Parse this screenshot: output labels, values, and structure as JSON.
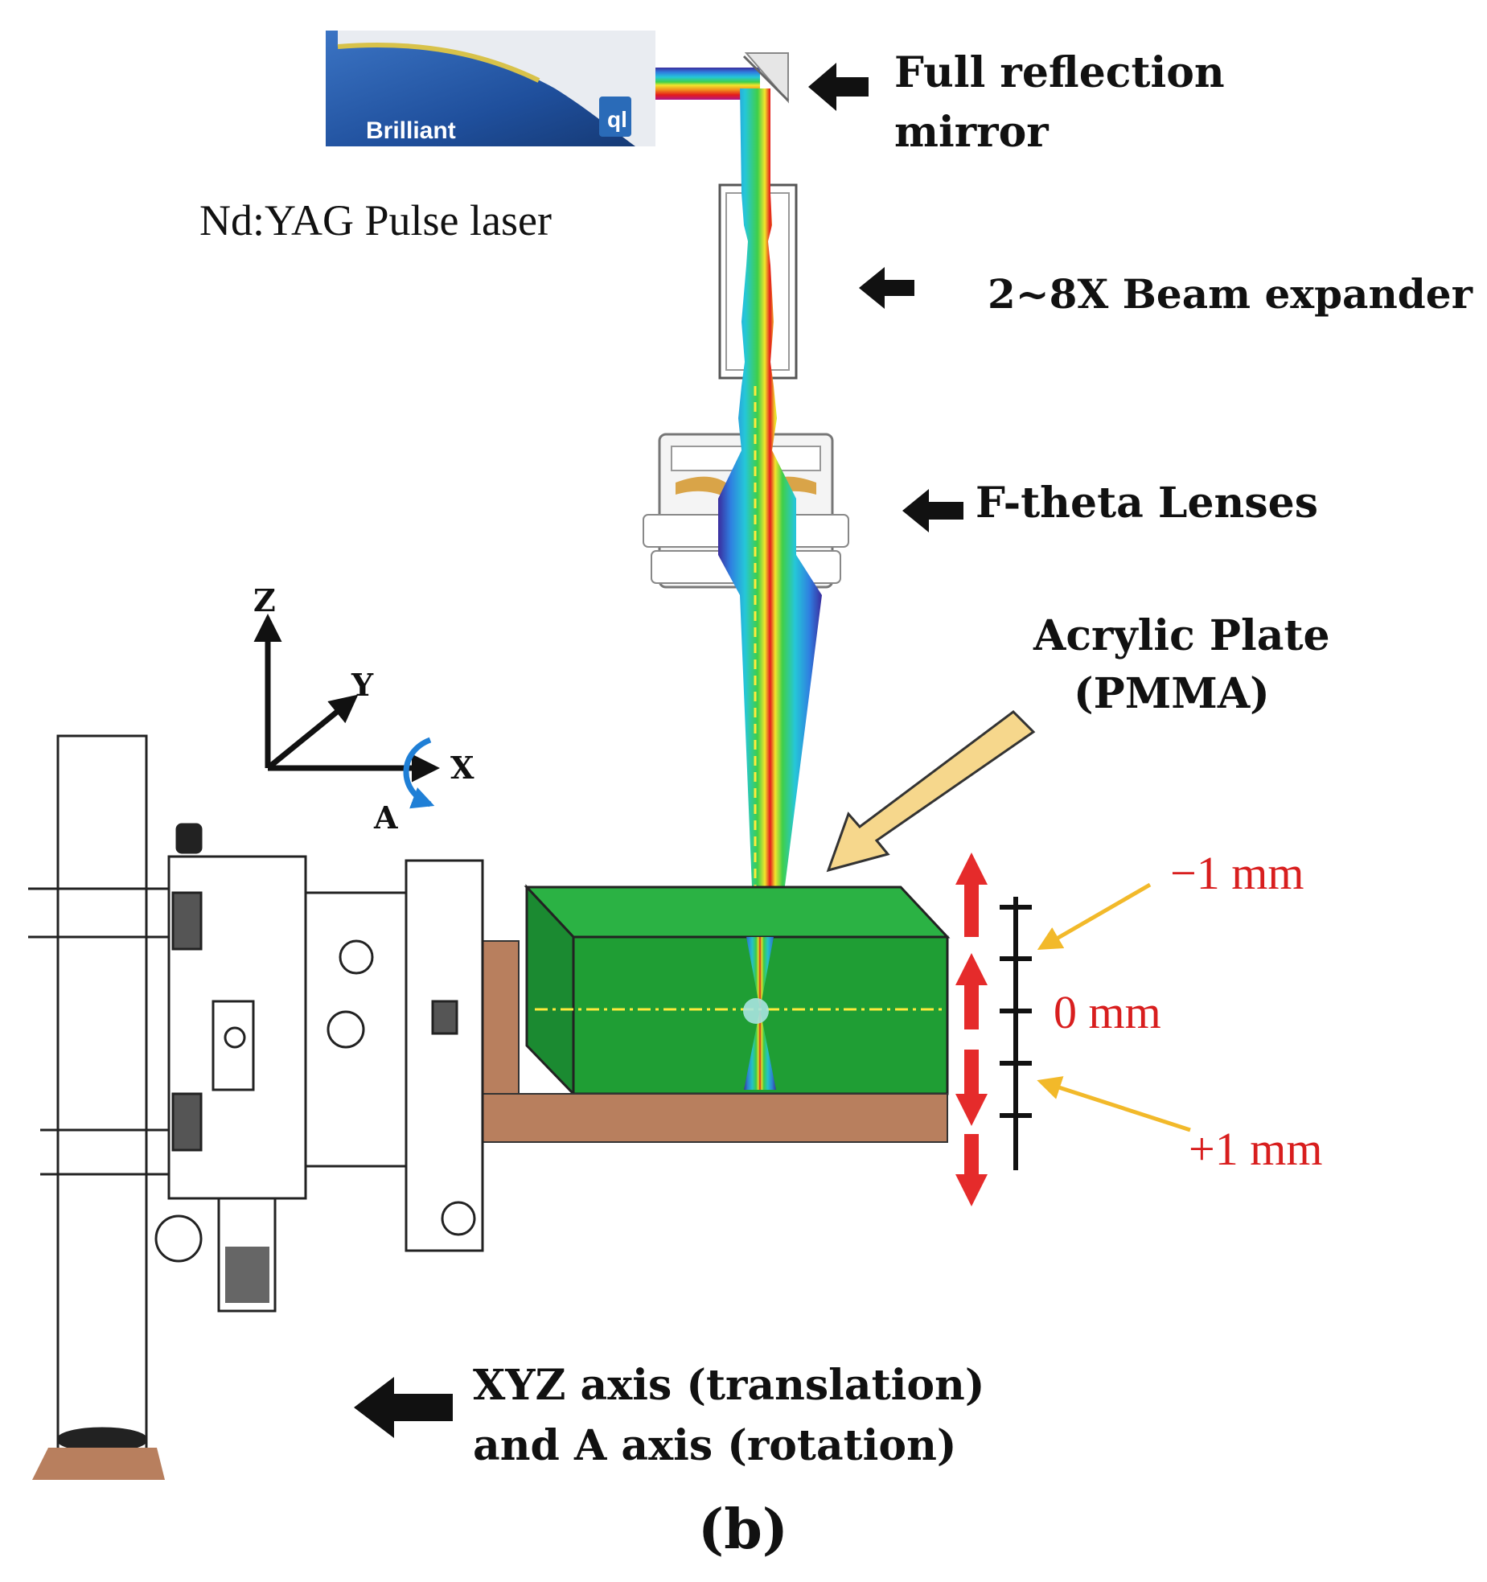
{
  "labels": {
    "mirror_line1": "Full reflection",
    "mirror_line2": "mirror",
    "laser": "Nd:YAG Pulse laser",
    "expander": "2~8X  Beam  expander",
    "ftheta": "F-theta Lenses",
    "acrylic_line1": "Acrylic Plate",
    "acrylic_line2": "(PMMA)",
    "axis_line1": "XYZ  axis (translation)",
    "axis_line2": "and A axis (rotation)",
    "caption": "(b)"
  },
  "axes": {
    "z": "Z",
    "y": "Y",
    "x": "X",
    "a": "A"
  },
  "focus_offsets": {
    "minus": "−1 mm",
    "zero": "0 mm",
    "plus": "+1 mm"
  },
  "laser_device": {
    "brand": "Brilliant",
    "logo": "ql"
  },
  "colors": {
    "acrylic": "#1f9e34",
    "acrylic_top": "#22a73a",
    "base": "#b87f5e",
    "marker_arrow": "#e52b2b",
    "offset_text": "#d81e1e",
    "pointer_arrow": "#f2b92a",
    "acrylic_pointer": "#f6d78c",
    "centerline": "#ffeb3b"
  }
}
